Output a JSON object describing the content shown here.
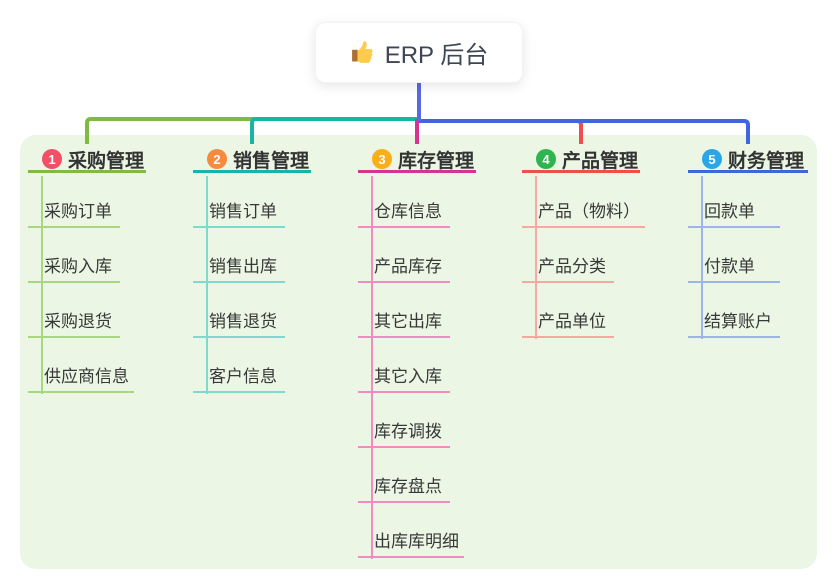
{
  "app": {
    "title": "ERP 后台",
    "icon": "thumbs-up-icon"
  },
  "colors": {
    "canvas_bg": "#ffffff",
    "panel_bg": "#EBF6E5",
    "root_text": "#3D4654",
    "root_line": "#5A68E2",
    "title_text": "#333333",
    "child_text": "#383838"
  },
  "branches": [
    {
      "number": "1",
      "title": "采购管理",
      "badge_color": "#F25067",
      "line_color": "#7EBB40",
      "light_line_color": "#A8D77F",
      "children": [
        "采购订单",
        "采购入库",
        "采购退货",
        "供应商信息"
      ]
    },
    {
      "number": "2",
      "title": "销售管理",
      "badge_color": "#F78B3D",
      "line_color": "#18B5A6",
      "light_line_color": "#7FD9CE",
      "children": [
        "销售订单",
        "销售出库",
        "销售退货",
        "客户信息"
      ]
    },
    {
      "number": "3",
      "title": "库存管理",
      "badge_color": "#FAAE17",
      "line_color": "#D6348F",
      "light_line_color": "#F08CC1",
      "children": [
        "仓库信息",
        "产品库存",
        "其它出库",
        "其它入库",
        "库存调拨",
        "库存盘点",
        "出库库明细"
      ]
    },
    {
      "number": "4",
      "title": "产品管理",
      "badge_color": "#2FB54F",
      "line_color": "#F04E4E",
      "light_line_color": "#F8A8A3",
      "children": [
        "产品（物料）",
        "产品分类",
        "产品单位"
      ]
    },
    {
      "number": "5",
      "title": "财务管理",
      "badge_color": "#2BA6E6",
      "line_color": "#3F66DD",
      "light_line_color": "#9DB4EA",
      "children": [
        "回款单",
        "付款单",
        "结算账户"
      ]
    }
  ]
}
